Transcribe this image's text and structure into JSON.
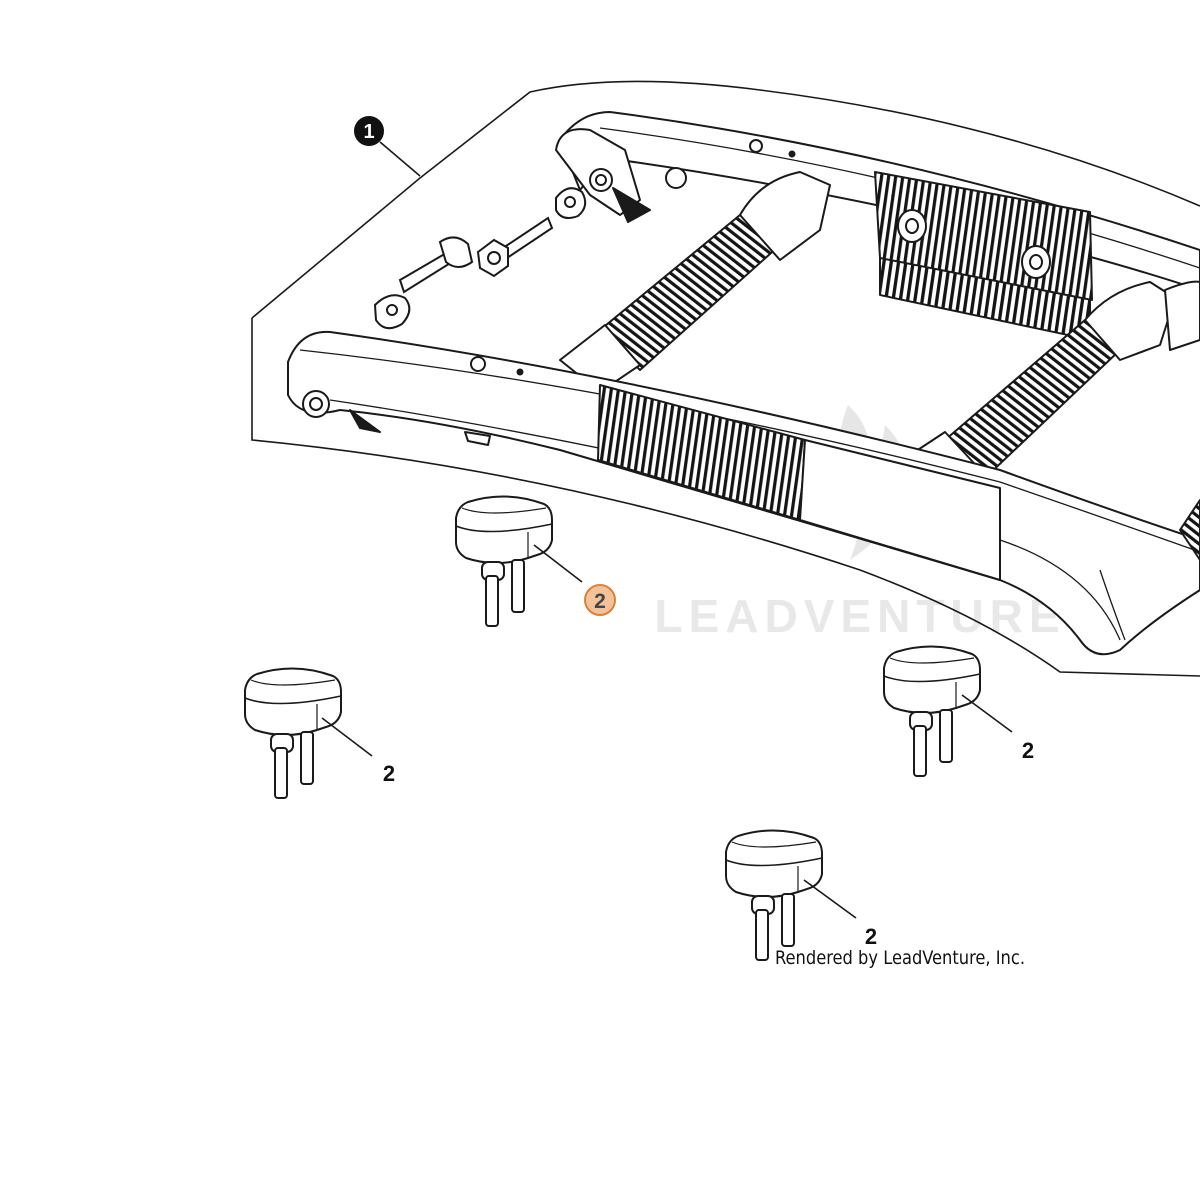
{
  "callouts": {
    "part1": "1",
    "part2_highlighted": "2",
    "part2_left": "2",
    "part2_right": "2",
    "part2_bottom": "2"
  },
  "watermark": {
    "text": "LEADVENTURE",
    "logo_icon": "flame-logo-icon"
  },
  "credit": "Rendered by LeadVenture, Inc.",
  "colors": {
    "line": "#1a1a1a",
    "highlight_fill": "#f2c29a",
    "highlight_stroke": "#d9823b",
    "watermark": "#e6e6e6"
  }
}
